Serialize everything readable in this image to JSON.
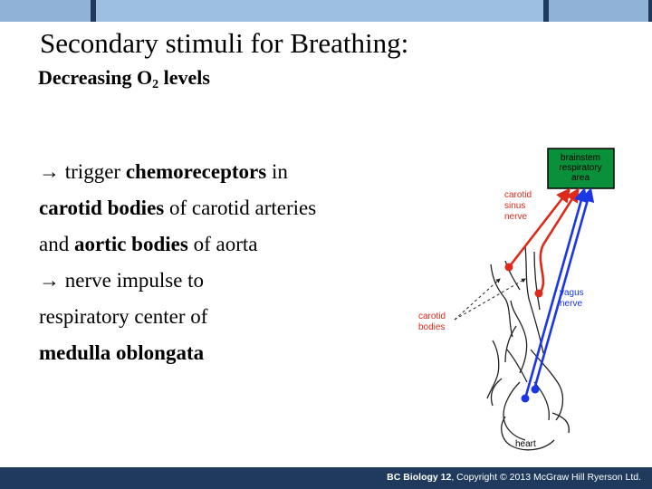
{
  "slide": {
    "title": "Secondary stimuli for Breathing:",
    "subtitle_main": "Decreasing O",
    "subtitle_sub": "2",
    "subtitle_end": " levels",
    "body": {
      "l1_arrow": "→",
      "l1_text": " trigger ",
      "l1_bold": "chemoreceptors",
      "l1_end": " in",
      "l2_bold": "carotid bodies",
      "l2_end": " of carotid arteries",
      "l3_start": "and ",
      "l3_bold": "aortic bodies",
      "l3_end": " of aorta",
      "l4_arrow": "→",
      "l4_text": " nerve impulse to",
      "l5_text": "respiratory center of",
      "l6_bold": "medulla oblongata"
    }
  },
  "diagram": {
    "box_line1": "brainstem",
    "box_line2": "respiratory",
    "box_line3": "area",
    "carotid_line1": "carotid",
    "carotid_line2": "sinus",
    "carotid_line3": "nerve",
    "vagus_line1": "vagus",
    "vagus_line2": "nerve",
    "bodies_line1": "carotid",
    "bodies_line2": "bodies",
    "heart_label": "heart",
    "colors": {
      "box": "#0a8f3a",
      "carotid": "#dd2a1a",
      "vagus": "#1a36e6"
    }
  },
  "footer": {
    "brand": "BC Biology 12",
    "rest": ", Copyright © 2013 McGraw Hill Ryerson Ltd."
  }
}
